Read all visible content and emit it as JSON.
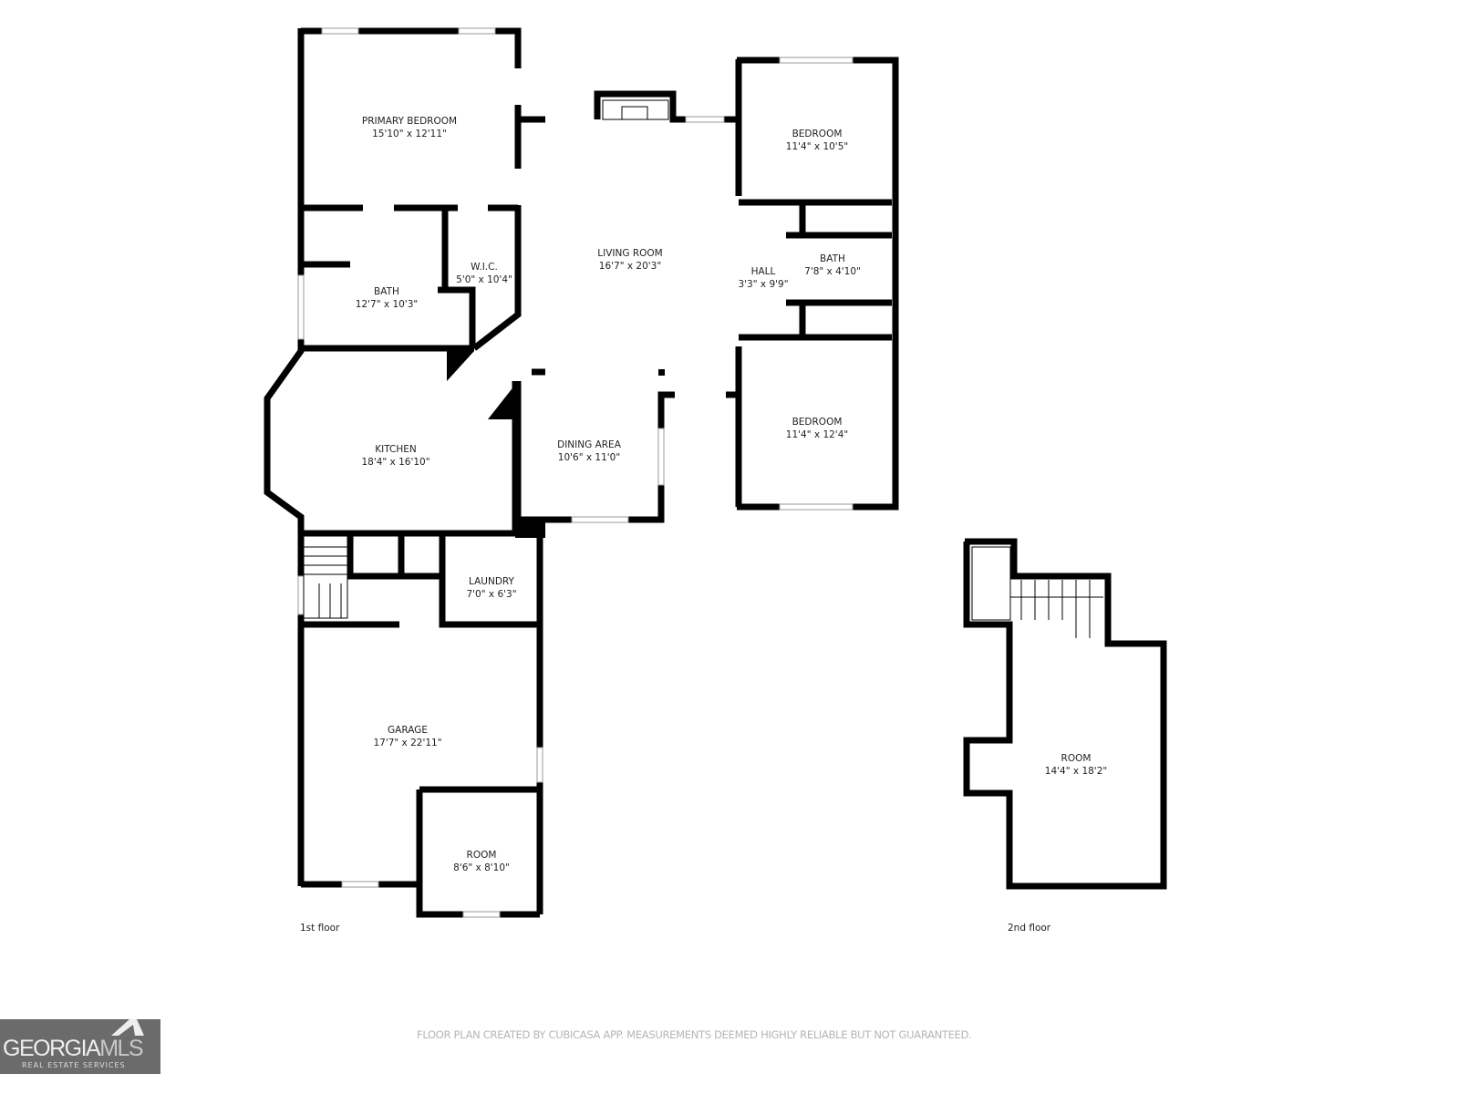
{
  "rooms": {
    "primary_bedroom": {
      "name": "PRIMARY BEDROOM",
      "size": "15'10\" x 12'11\""
    },
    "primary_bath": {
      "name": "BATH",
      "size": "12'7\" x 10'3\""
    },
    "wic": {
      "name": "W.I.C.",
      "size": "5'0\" x 10'4\""
    },
    "living_room": {
      "name": "LIVING ROOM",
      "size": "16'7\" x 20'3\""
    },
    "bedroom_1": {
      "name": "BEDROOM",
      "size": "11'4\" x 10'5\""
    },
    "hall": {
      "name": "HALL",
      "size": "3'3\" x 9'9\""
    },
    "bath_2": {
      "name": "BATH",
      "size": "7'8\" x 4'10\""
    },
    "bedroom_2": {
      "name": "BEDROOM",
      "size": "11'4\" x 12'4\""
    },
    "kitchen": {
      "name": "KITCHEN",
      "size": "18'4\" x 16'10\""
    },
    "dining_area": {
      "name": "DINING AREA",
      "size": "10'6\" x 11'0\""
    },
    "laundry": {
      "name": "LAUNDRY",
      "size": "7'0\" x 6'3\""
    },
    "garage": {
      "name": "GARAGE",
      "size": "17'7\" x 22'11\""
    },
    "room_1": {
      "name": "ROOM",
      "size": "8'6\" x 8'10\""
    },
    "room_2": {
      "name": "ROOM",
      "size": "14'4\" x 18'2\""
    }
  },
  "floors": {
    "first": "1st floor",
    "second": "2nd floor"
  },
  "footer": "FLOOR PLAN CREATED BY CUBICASA APP. MEASUREMENTS DEEMED HIGHLY RELIABLE BUT NOT GUARANTEED.",
  "logo": {
    "main_a": "GEORGIA",
    "main_b": "MLS",
    "sub": "REAL ESTATE SERVICES"
  },
  "colors": {
    "wall": "#000000",
    "text": "#222222",
    "footer": "#b5b5b5"
  }
}
